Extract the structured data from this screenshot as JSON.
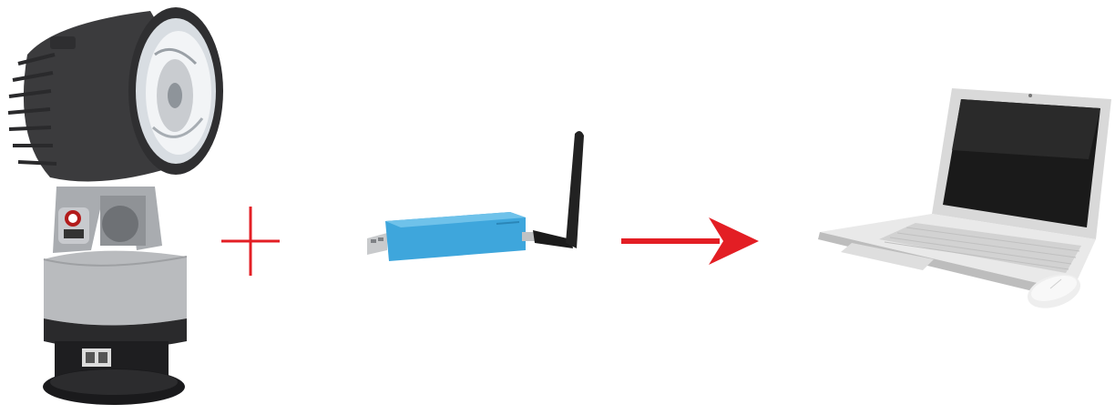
{
  "diagram": {
    "nodes": [
      {
        "id": "spotlight",
        "icon": "ptz-searchlight-icon"
      },
      {
        "id": "plus",
        "icon": "plus-icon"
      },
      {
        "id": "dongle",
        "icon": "usb-wireless-dongle-icon"
      },
      {
        "id": "arrow",
        "icon": "right-arrow-icon"
      },
      {
        "id": "laptop",
        "icon": "laptop-computer-icon"
      }
    ],
    "colors": {
      "connector": "#e31e24",
      "dongle_body": "#3ea6dc",
      "lamp_body": "#3b3b3d",
      "metal": "#b9bbbe",
      "laptop_shell": "#d9d9d9",
      "screen": "#1a1a1a"
    }
  }
}
